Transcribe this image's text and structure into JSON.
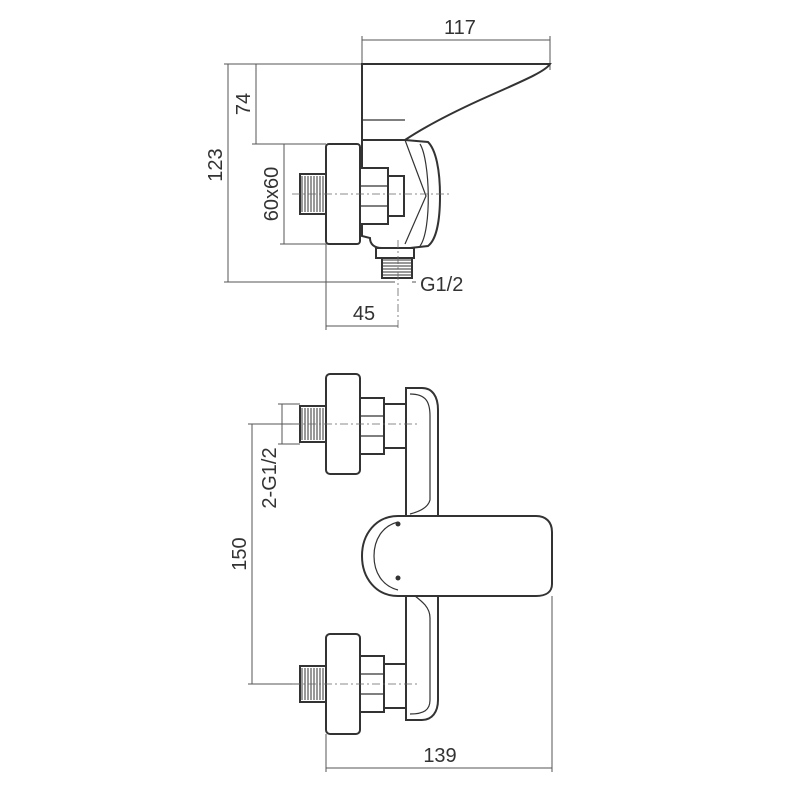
{
  "drawing": {
    "side_view": {
      "dim_width_top": "117",
      "dim_height_total": "123",
      "dim_height_lever": "74",
      "dim_flange": "60x60",
      "dim_depth_bottom": "45",
      "outlet_thread": "G1/2"
    },
    "front_view": {
      "dim_inlet_threads": "2-G1/2",
      "dim_inlet_spacing": "150",
      "dim_width_bottom": "139"
    }
  }
}
